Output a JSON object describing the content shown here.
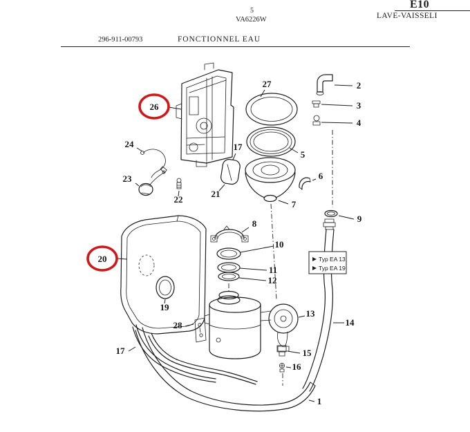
{
  "page": {
    "doc_code": "E10",
    "appliance_label": "LAVE-VAISSELI",
    "page_number": "5",
    "model_code": "VA6226W",
    "part_ref": "296-911-00793",
    "section_title": "FONCTIONNEL EAU"
  },
  "diagram": {
    "title": "FONCTIONNEL EAU",
    "type_box": {
      "line1": "Typ EA 13",
      "line2": "Typ EA 19"
    },
    "highlight_color": "#d01818",
    "highlighted_items": [
      "26",
      "20"
    ],
    "numbers": {
      "n1": "1",
      "n2": "2",
      "n3": "3",
      "n4": "4",
      "n5": "5",
      "n6": "6",
      "n7": "7",
      "n8": "8",
      "n9": "9",
      "n10": "10",
      "n11": "11",
      "n12": "12",
      "n13": "13",
      "n14": "14",
      "n15": "15",
      "n16": "16",
      "n17a": "17",
      "n17b": "17",
      "n19": "19",
      "n20": "20",
      "n21": "21",
      "n22": "22",
      "n23": "23",
      "n24": "24",
      "n26": "26",
      "n27": "27",
      "n28": "28"
    }
  }
}
